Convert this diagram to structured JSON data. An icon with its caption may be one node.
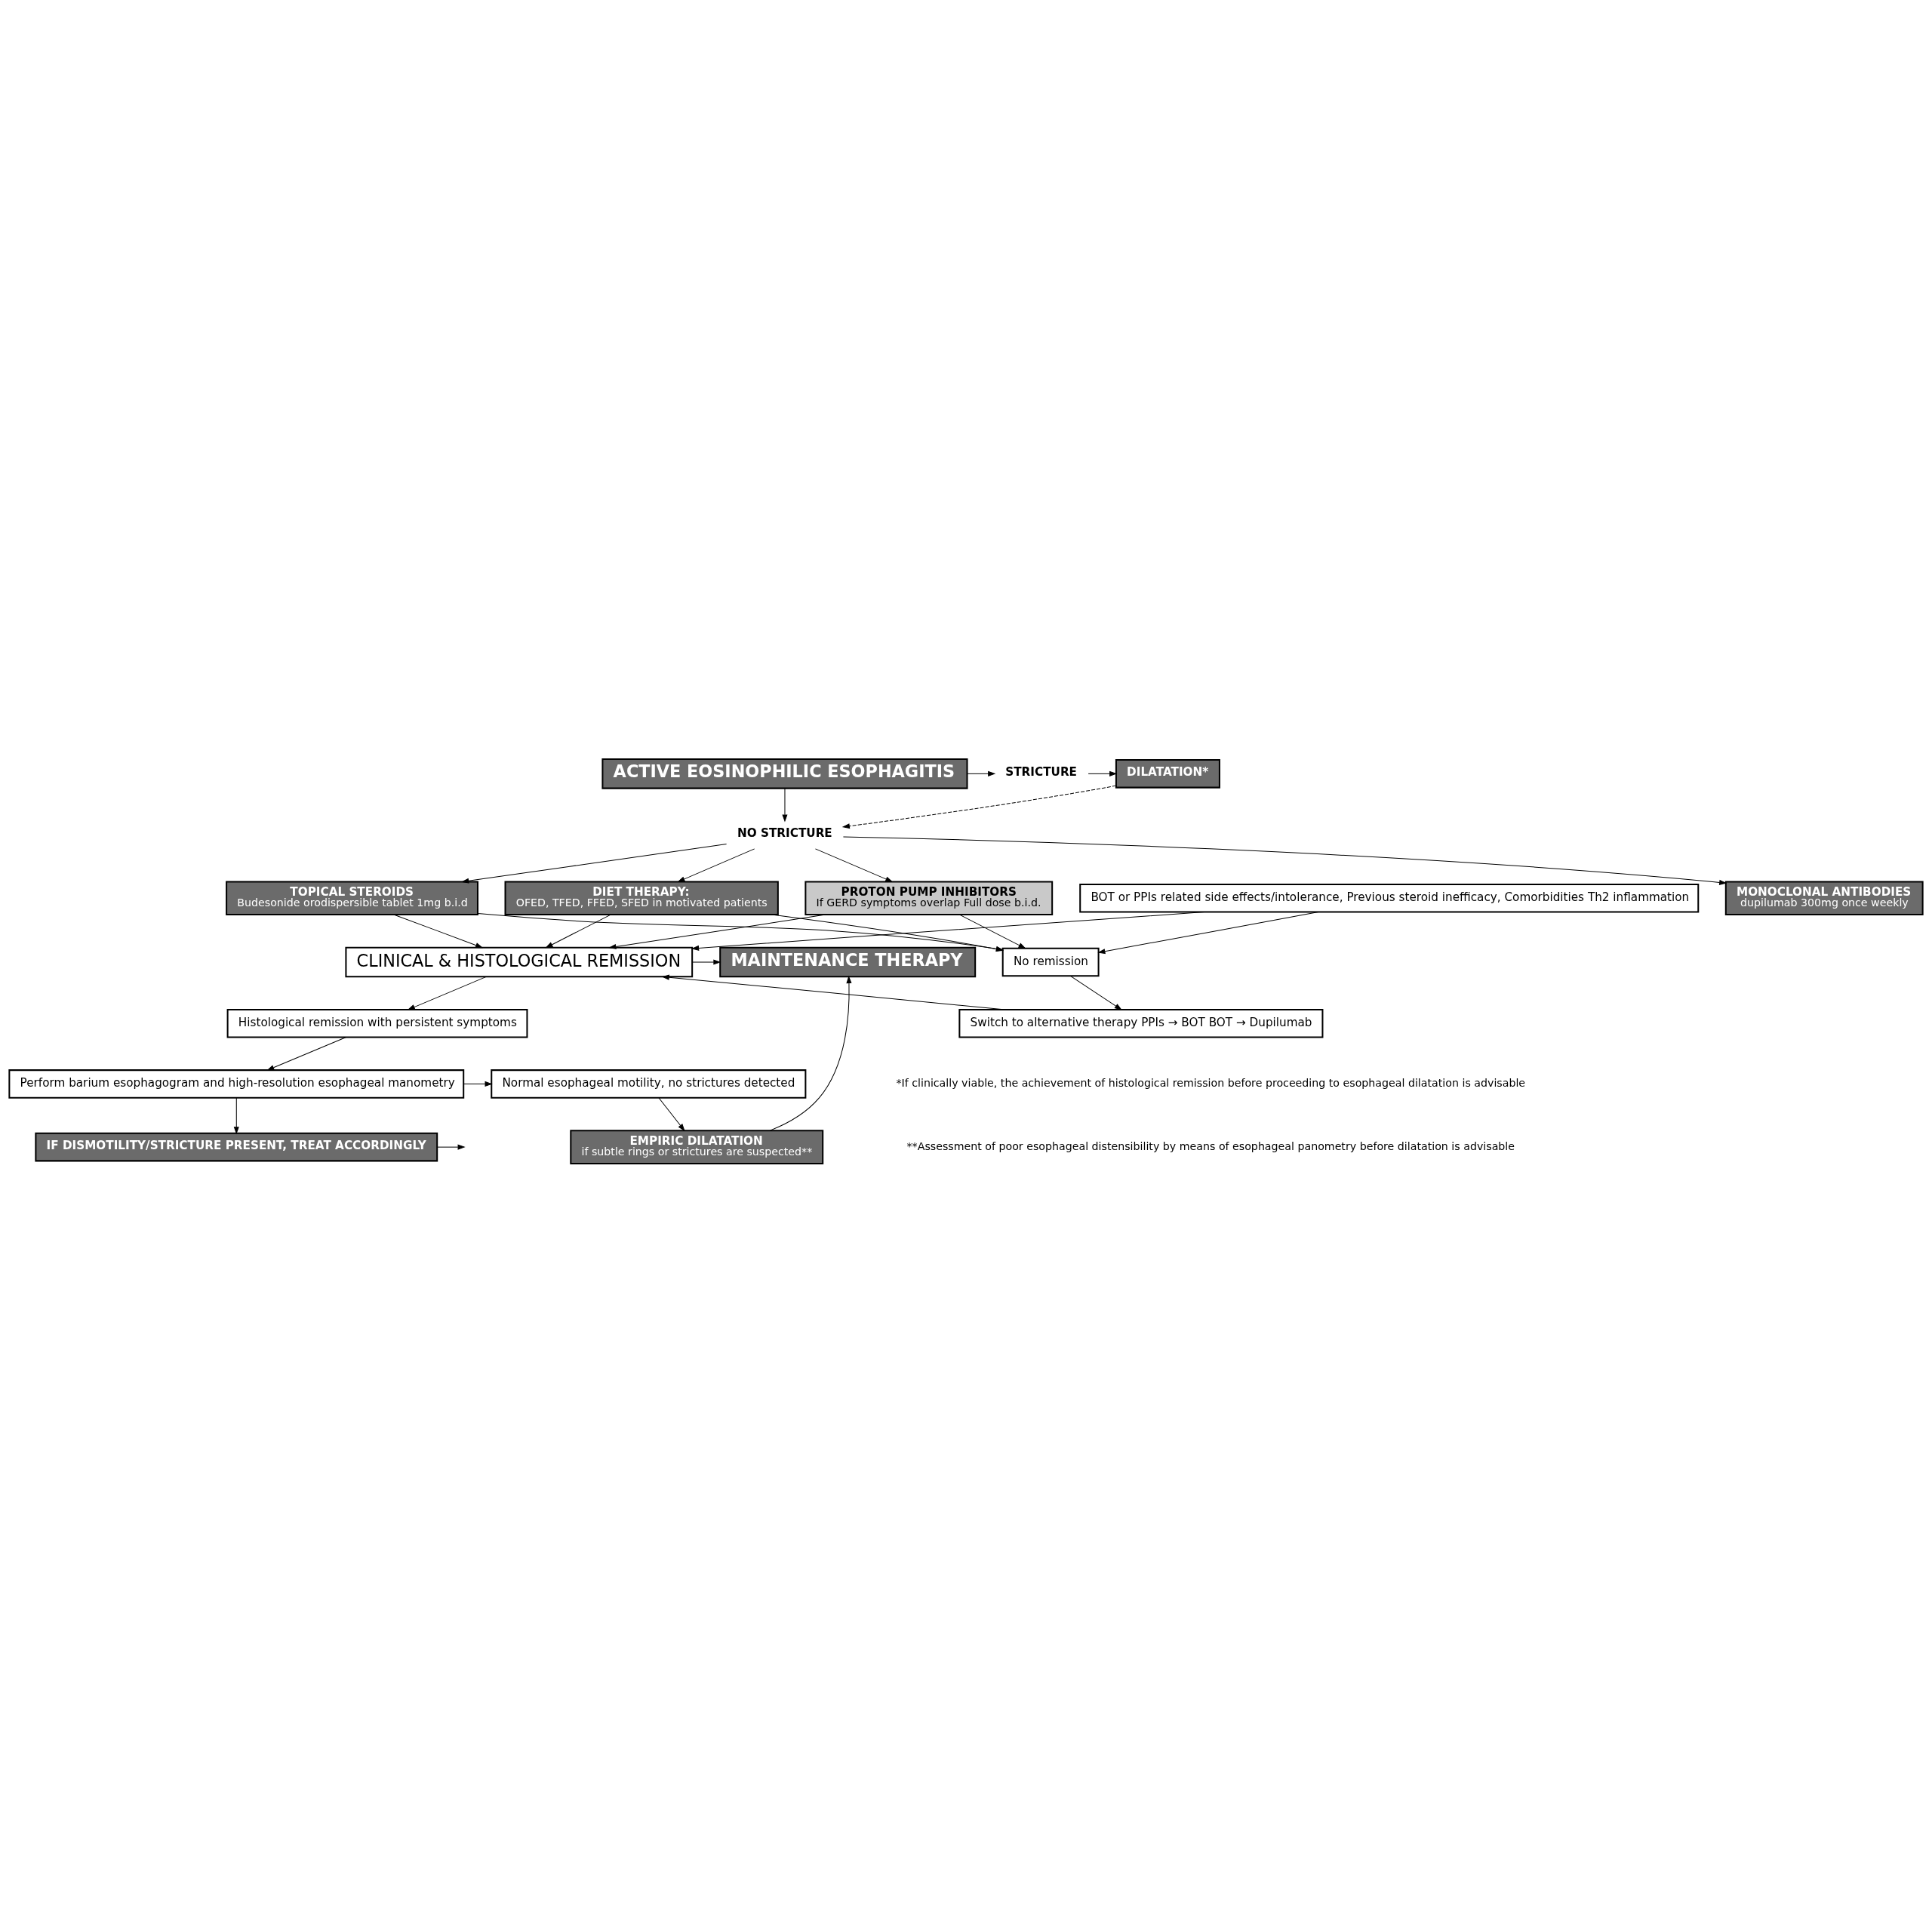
{
  "diagram": {
    "nodes": [
      {
        "text": [
          "ACTIVE EOSINOPHILIC ESOPHAGITIS"
        ]
      },
      {
        "text": [
          "STRICTURE"
        ]
      },
      {
        "text": [
          "DILATATION*"
        ]
      },
      {
        "text": [
          "NO STRICTURE"
        ]
      },
      {
        "text": [
          "PROTON PUMP INHIBITORS",
          "If GERD symptoms overlap Full dose b.i.d."
        ]
      },
      {
        "text": [
          "TOPICAL STEROIDS",
          "Budesonide orodispersible tablet 1mg b.i.d"
        ]
      },
      {
        "text": [
          "DIET THERAPY:",
          "OFED, TFED, FFED, SFED in motivated patients"
        ]
      },
      {
        "text": [
          "MONOCLONAL ANTIBODIES",
          "dupilumab 300mg once weekly"
        ]
      },
      {
        "text": [
          "BOT or PPIs related side effects/intolerance, Previous steroid inefficacy, Comorbidities Th2 inflammation"
        ]
      },
      {
        "text": [
          "CLINICAL & HISTOLOGICAL REMISSION"
        ]
      },
      {
        "text": [
          "MAINTENANCE THERAPY"
        ]
      },
      {
        "text": [
          "Histological remission with persistent symptoms"
        ]
      },
      {
        "text": [
          "EMPIRIC DILATATION",
          "if subtle rings or strictures are suspected**"
        ]
      },
      {
        "text": [
          "No remission"
        ]
      },
      {
        "text": [
          "Perform barium esophagogram and high-resolution esophageal manometry"
        ]
      },
      {
        "text": [
          "Normal esophageal motility, no strictures detected"
        ]
      },
      {
        "text": [
          "IF DISMOTILITY/STRICTURE PRESENT, TREAT ACCORDINGLY"
        ]
      },
      {
        "text": [
          "Switch to alternative therapy PPIs → BOT BOT → Dupilumab"
        ]
      }
    ],
    "edges": [
      {
        "from": 0,
        "to": 1,
        "arrow": "to"
      },
      {
        "from": 1,
        "to": 2,
        "arrow": "to"
      },
      {
        "from": 0,
        "to": 3,
        "arrow": "to"
      },
      {
        "from": 2,
        "to": 3,
        "arrow": "to",
        "style": "dashed"
      },
      {
        "from": 3,
        "to": 4,
        "arrow": "to"
      },
      {
        "from": 3,
        "to": 5,
        "arrow": "to"
      },
      {
        "from": 3,
        "to": 6,
        "arrow": "to"
      },
      {
        "from": 3,
        "to": 7,
        "arrow": "to"
      },
      {
        "from": 4,
        "to": 9,
        "arrow": "to"
      },
      {
        "from": 5,
        "to": 9,
        "arrow": "to"
      },
      {
        "from": 6,
        "to": 9,
        "arrow": "to"
      },
      {
        "from": 8,
        "to": 9,
        "arrow": "to"
      },
      {
        "from": 4,
        "to": 13,
        "arrow": "to"
      },
      {
        "from": 5,
        "to": 13,
        "arrow": "to"
      },
      {
        "from": 6,
        "to": 13,
        "arrow": "to"
      },
      {
        "from": 8,
        "to": 13,
        "arrow": "to"
      },
      {
        "from": 9,
        "to": 10,
        "arrow": "to"
      },
      {
        "from": 9,
        "to": 11,
        "arrow": "to"
      },
      {
        "from": 11,
        "to": 14,
        "arrow": "to"
      },
      {
        "from": 14,
        "to": 15,
        "arrow": "to"
      },
      {
        "from": 15,
        "to": 12,
        "arrow": "to"
      },
      {
        "from": 12,
        "to": 10,
        "arrow": "to"
      },
      {
        "from": 14,
        "to": 16,
        "arrow": "to"
      },
      {
        "from": 16,
        "to": null,
        "arrow": "to"
      },
      {
        "from": 13,
        "to": 17,
        "arrow": "to"
      },
      {
        "from": 17,
        "to": 9,
        "arrow": "to"
      }
    ],
    "labels": [
      "*If clinically viable, the achievement of histological remission before proceeding to esophageal dilatation is advisable",
      "**Assessment of poor esophageal distensibility by means of esophageal panometry before dilatation is advisable"
    ]
  }
}
